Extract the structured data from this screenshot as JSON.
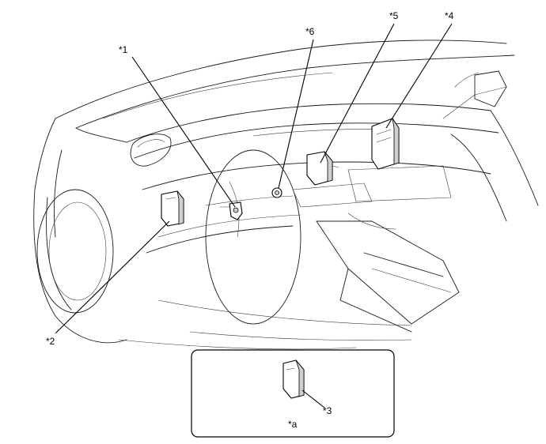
{
  "callouts": {
    "c1": "*1",
    "c2": "*2",
    "c3": "*3",
    "c4": "*4",
    "c5": "*5",
    "c6": "*6"
  },
  "inset": {
    "caption": "*a"
  }
}
